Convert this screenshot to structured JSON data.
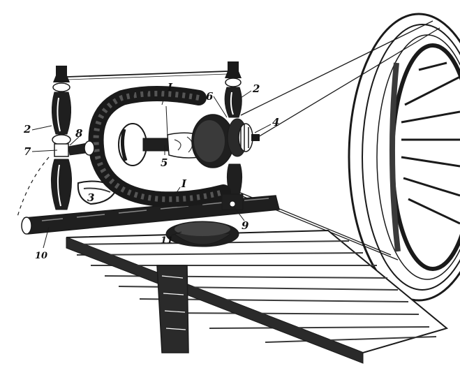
{
  "colors": {
    "ink": "#1a1a1a",
    "paper": "#ffffff",
    "shade": "#3a3a3a"
  },
  "labels": [
    {
      "id": "flyer-arm-top",
      "text": "I"
    },
    {
      "id": "flyer-arm-bottom",
      "text": "I"
    },
    {
      "id": "maiden-left",
      "text": "2"
    },
    {
      "id": "maiden-right",
      "text": "2"
    },
    {
      "id": "whorl-pulley",
      "text": "4"
    },
    {
      "id": "bobbin",
      "text": "5"
    },
    {
      "id": "orifice-bar",
      "text": "6"
    },
    {
      "id": "leather-left",
      "text": "7"
    },
    {
      "id": "bearing-left",
      "text": "8"
    },
    {
      "id": "tension-screw",
      "text": "9"
    },
    {
      "id": "mother-of-all",
      "text": "10"
    },
    {
      "id": "tension-knob",
      "text": "11"
    },
    {
      "id": "table-slot",
      "text": "3"
    }
  ]
}
